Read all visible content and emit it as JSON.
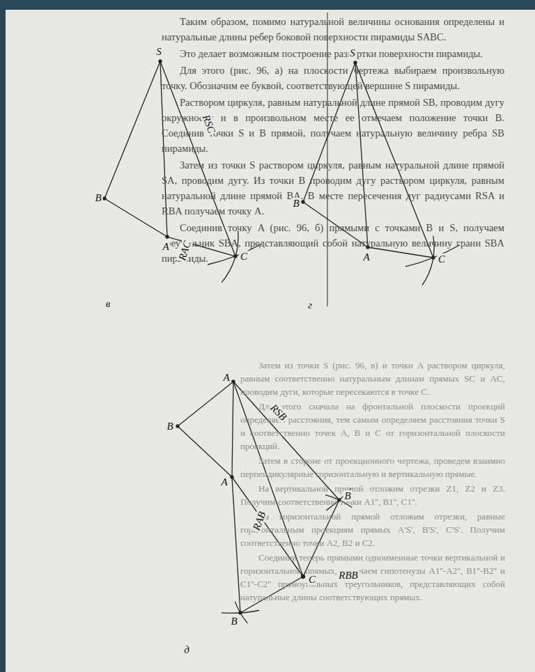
{
  "diagram": {
    "labels": [
      "Таким образом, помимо натуральной величины основания определены и натуральные длины ребер боковой поверхности пирамиды SABC.",
      "Это делает возможным построение развертки поверхности пирамиды.",
      "Для этого (рис. 96, а) на плоскости чертежа выбираем произвольную точку. Обозначим ее буквой, соответствующей вершине S пирамиды.",
      "Раствором циркуля, равным натуральной длине прямой SB, проводим дугу окружности и в произвольном месте ее отмечаем положение точки B. Соединив точки S и B прямой, получаем натуральную величину ребра SB пирамиды.",
      "Затем из точки S раствором циркуля, равным натуральной длине прямой SA, проводим дугу. Из точки B проводим дугу раствором циркуля, равным натуральной длине прямой BA. В месте пересечения дуг радиусами RSA и RBA получаем точку A.",
      "Соединив точку A (рис. 96, б) прямыми с точками B и S, получаем треугольник SBA, представляющий собой натуральную величину грани SBA пирамиды.",
      "Затем из точки S (рис. 96, в) и точки A раствором циркуля, равным соответственно натуральным длинам прямых SC и AC, проводим дуги, которые пересекаются в точке C.",
      "Для этого сначала на фронтальной плоскости проекций определяем расстояния, тем самым определяем расстояния точки S и соответственно точек A, B и C от горизонтальной плоскости проекций.",
      "Затем в стороне от проекционного чертежа, проведем взаимно перпендикулярные горизонтальную и вертикальную прямые.",
      "На вертикальной прямой отложим отрезки Z1, Z2 и Z3. Получим соответственно точки A1'', B1'', C1''.",
      "На горизонтальной прямой отложим отрезки, равные горизонтальным проекциям прямых A'S', B'S', C'S'. Получим соответственно точки A2, B2 и C2.",
      "Соединив теперь прямыми одноименные точки вертикальной и горизонтальной прямых, получаем гипотенузы A1''-A2'', B1''-B2'' и C1''-C2'' прямоугольных треугольников, представляющих собой натуральные длины соответствующих прямых.",
      "S",
      "B",
      "A",
      "C",
      "RSC",
      "RAC",
      "в",
      "S",
      "B",
      "A",
      "C",
      "г",
      "A",
      "B",
      "A",
      "C",
      "B",
      "B",
      "RSB",
      "RAB",
      "RBB",
      "д"
    ]
  }
}
